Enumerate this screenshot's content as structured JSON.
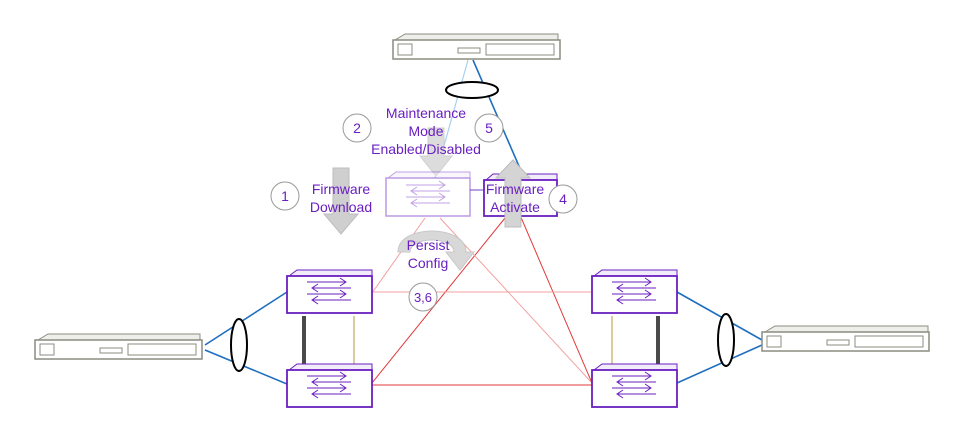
{
  "labels": {
    "maintenance_line1": "Maintenance",
    "maintenance_line2": "Mode",
    "maintenance_line3": "Enabled/Disabled",
    "firmware_download_line1": "Firmware",
    "firmware_download_line2": "Download",
    "firmware_activate_line1": "Firmware",
    "firmware_activate_line2": "Activate",
    "persist_line1": "Persist",
    "persist_line2": "Config"
  },
  "steps": {
    "s1": "1",
    "s2": "2",
    "s4": "4",
    "s5": "5",
    "s36": "3,6"
  },
  "colors": {
    "accent": "#6a1fc0",
    "link_blue": "#1f6fc0",
    "link_red": "#e23a3a",
    "link_pink": "#f2a0a0",
    "server_grey": "#8c8c80",
    "arrow_grey": "#c9c9c9",
    "isc_dark": "#4a4a4a",
    "isc_gold": "#b89a3a"
  },
  "icons": {
    "switch": "switch-icon",
    "server": "server-icon",
    "lag": "lag-ellipse-icon"
  }
}
